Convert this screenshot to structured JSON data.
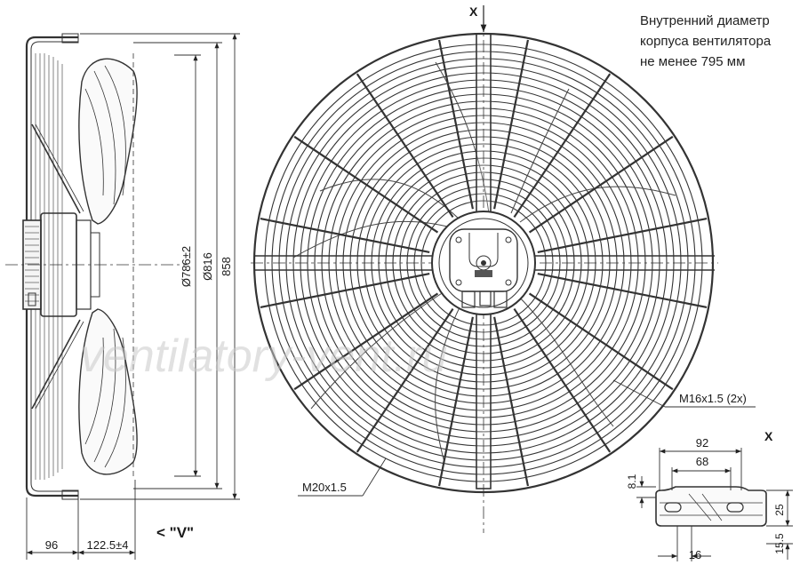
{
  "note": {
    "lines": [
      "Внутренний диаметр",
      "корпуса вентилятора",
      "не менее 795 мм"
    ]
  },
  "side_view": {
    "dims": {
      "d_inner": "Ø786±2",
      "d_ring": "Ø816",
      "overall": "858",
      "depth_front": "96",
      "depth_motor": "122.5±4"
    },
    "view_marker": "< \"V\""
  },
  "front_view": {
    "view_marker": "X",
    "callouts": {
      "cable_gland_small": "M16x1.5 (2x)",
      "cable_gland_large": "M20x1.5"
    }
  },
  "detail_x": {
    "title": "X",
    "dims": {
      "outer_width": "92",
      "inner_width": "68",
      "height_top": "8.1",
      "height": "25",
      "bottom_offset": "15.5",
      "slot_spacing": "16"
    }
  },
  "watermark": "ventilatory-vent.ru"
}
